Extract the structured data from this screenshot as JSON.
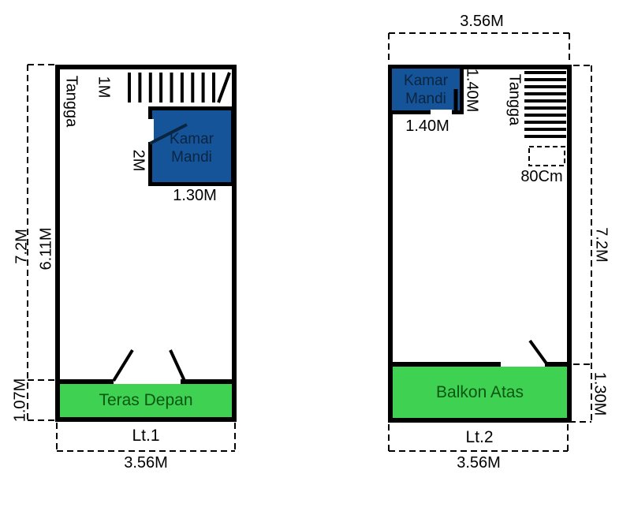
{
  "colors": {
    "wall": "#000000",
    "bathroom_fill": "#16549A",
    "bathroom_text": "#0A2540",
    "terrace_fill": "#3FD151",
    "terrace_text": "#0C5613"
  },
  "plan1": {
    "floor_label": "Lt.1",
    "bottom_width": "3.56M",
    "total_height": "7.2M",
    "inner_height": "6.11M",
    "terrace_depth": "1.07M",
    "stairs_label": "Tangga",
    "stairs_width": "1M",
    "bathroom": {
      "line1": "Kamar",
      "line2": "Mandi",
      "width": "1.30M",
      "height": "2M"
    },
    "terrace_label": "Teras Depan"
  },
  "plan2": {
    "floor_label": "Lt.2",
    "top_width": "3.56M",
    "bottom_width": "3.56M",
    "total_height": "7.2M",
    "balcony_depth": "1.30M",
    "stairs_label": "Tangga",
    "stairs_width": "80Cm",
    "bathroom": {
      "line1": "Kamar",
      "line2": "Mandi",
      "width_side": "1.40M",
      "width_bottom": "1.40M"
    },
    "balcony_label": "Balkon Atas"
  }
}
